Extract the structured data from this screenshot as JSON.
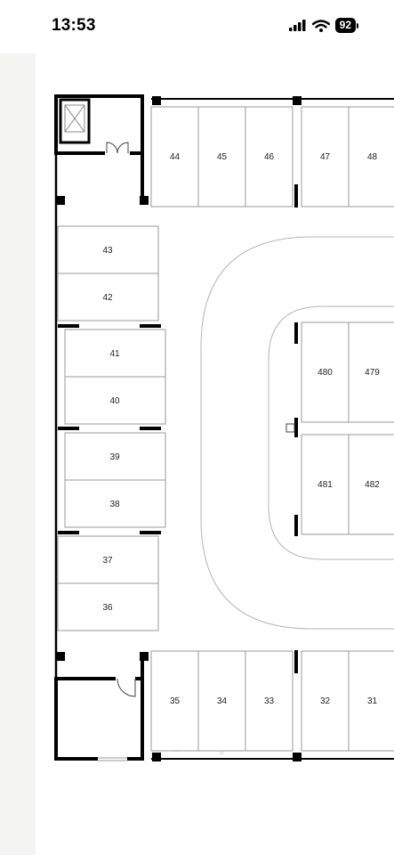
{
  "status_bar": {
    "time": "13:53",
    "battery_level": "92",
    "icons": [
      "signal-icon",
      "wifi-icon",
      "battery-icon"
    ]
  },
  "floor_plan": {
    "top_row": [
      "44",
      "45",
      "46",
      "47",
      "48"
    ],
    "left_column": [
      "43",
      "42",
      "41",
      "40",
      "39",
      "38",
      "37",
      "36"
    ],
    "island_top": [
      "480",
      "479"
    ],
    "island_bottom": [
      "481",
      "482"
    ],
    "bottom_row": [
      "35",
      "34",
      "33",
      "32",
      "31"
    ]
  },
  "colors": {
    "wall": "#000000",
    "line": "#999999",
    "gutter": "#f4f4f3"
  }
}
